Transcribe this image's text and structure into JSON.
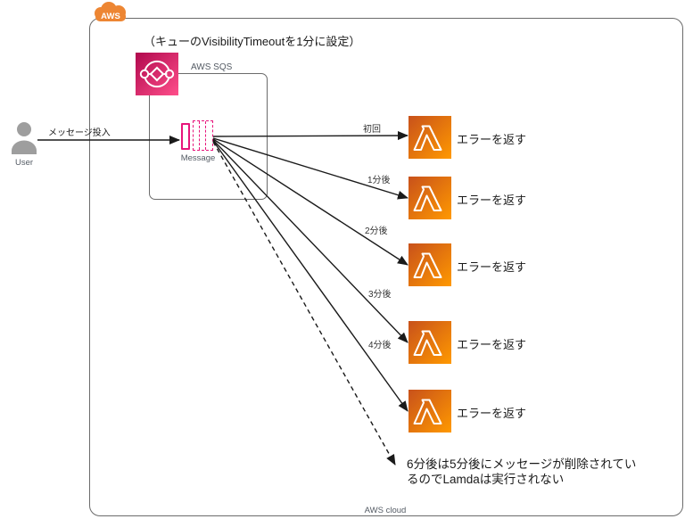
{
  "colors": {
    "badge_orange": "#ED8633",
    "lambda_grad_start": "#C8511B",
    "lambda_grad_end": "#FF9900",
    "sqs_grad_start": "#B0084D",
    "sqs_grad_end": "#FF4F8B",
    "message_pink": "#E7157B",
    "box_border": "#6B6B6B",
    "label_gray": "#545B64",
    "text_dark": "#1A1A1A",
    "arrow_black": "#1A1A1A",
    "user_gray": "#9E9E9E"
  },
  "cloud": {
    "badge_label": "AWS",
    "footer_label": "AWS cloud"
  },
  "note_top": "（キューのVisibilityTimeoutを1分に設定）",
  "sqs": {
    "service_label": "AWS SQS",
    "message_label": "Message"
  },
  "user": {
    "label": "User",
    "action_label": "メッセージ投入"
  },
  "invocations": [
    {
      "arrow_label": "初回",
      "result_label": "エラーを返す"
    },
    {
      "arrow_label": "1分後",
      "result_label": "エラーを返す"
    },
    {
      "arrow_label": "2分後",
      "result_label": "エラーを返す"
    },
    {
      "arrow_label": "3分後",
      "result_label": "エラーを返す"
    },
    {
      "arrow_label": "4分後",
      "result_label": "エラーを返す"
    }
  ],
  "note_bottom": "6分後は5分後にメッセージが削除されてい\nるのでLamdaは実行されない"
}
